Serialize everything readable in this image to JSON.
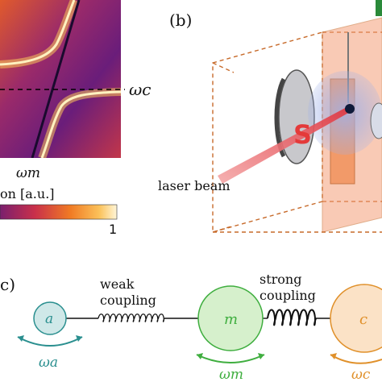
{
  "panel_b": {
    "label": "(b)",
    "laser_label": "laser beam"
  },
  "panel_a": {
    "x_axis_label": "ωm",
    "dashed_line_label": "ωc",
    "colorbar_label_fragment": "on [a.u.]",
    "colorbar_max_tick": "1"
  },
  "panel_c": {
    "label": "c)",
    "weak_spring_label_line1": "weak",
    "weak_spring_label_line2": "coupling",
    "strong_spring_label_line1": "strong",
    "strong_spring_label_line2": "coupling",
    "modes": [
      {
        "symbol": "a",
        "freq": "ωa",
        "color": "#2a8f8f"
      },
      {
        "symbol": "m",
        "freq": "ωm",
        "color": "#3fae3f"
      },
      {
        "symbol": "c",
        "freq": "ωc",
        "color": "#e0902a"
      }
    ]
  }
}
